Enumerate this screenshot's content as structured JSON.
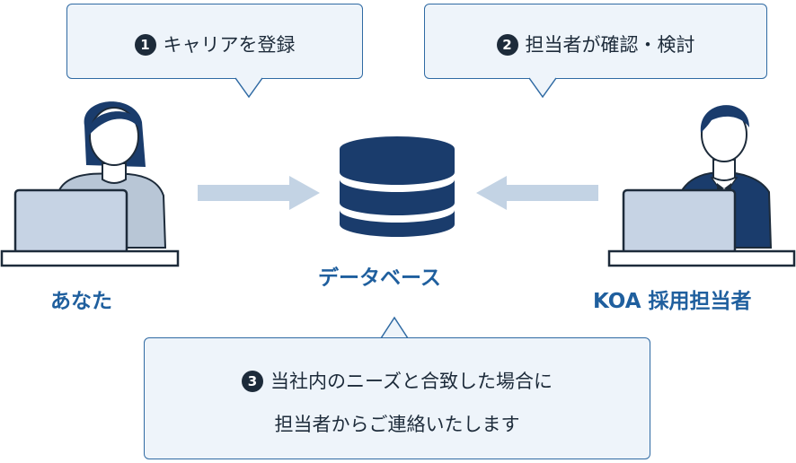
{
  "steps": [
    {
      "number": "1",
      "text": "キャリアを登録"
    },
    {
      "number": "2",
      "text": "担当者が確認・検討"
    },
    {
      "number": "3",
      "line1": "当社内のニーズと合致した場合に",
      "line2": "担当者からご連絡いたします"
    }
  ],
  "actors": {
    "you": "あなた",
    "database": "データベース",
    "recruiter": "KOA 採用担当者"
  },
  "colors": {
    "primary": "#1f5f9e",
    "navy": "#1a3c6c",
    "bubble_bg": "#eef4fa",
    "arrow": "#c3d3e4"
  }
}
